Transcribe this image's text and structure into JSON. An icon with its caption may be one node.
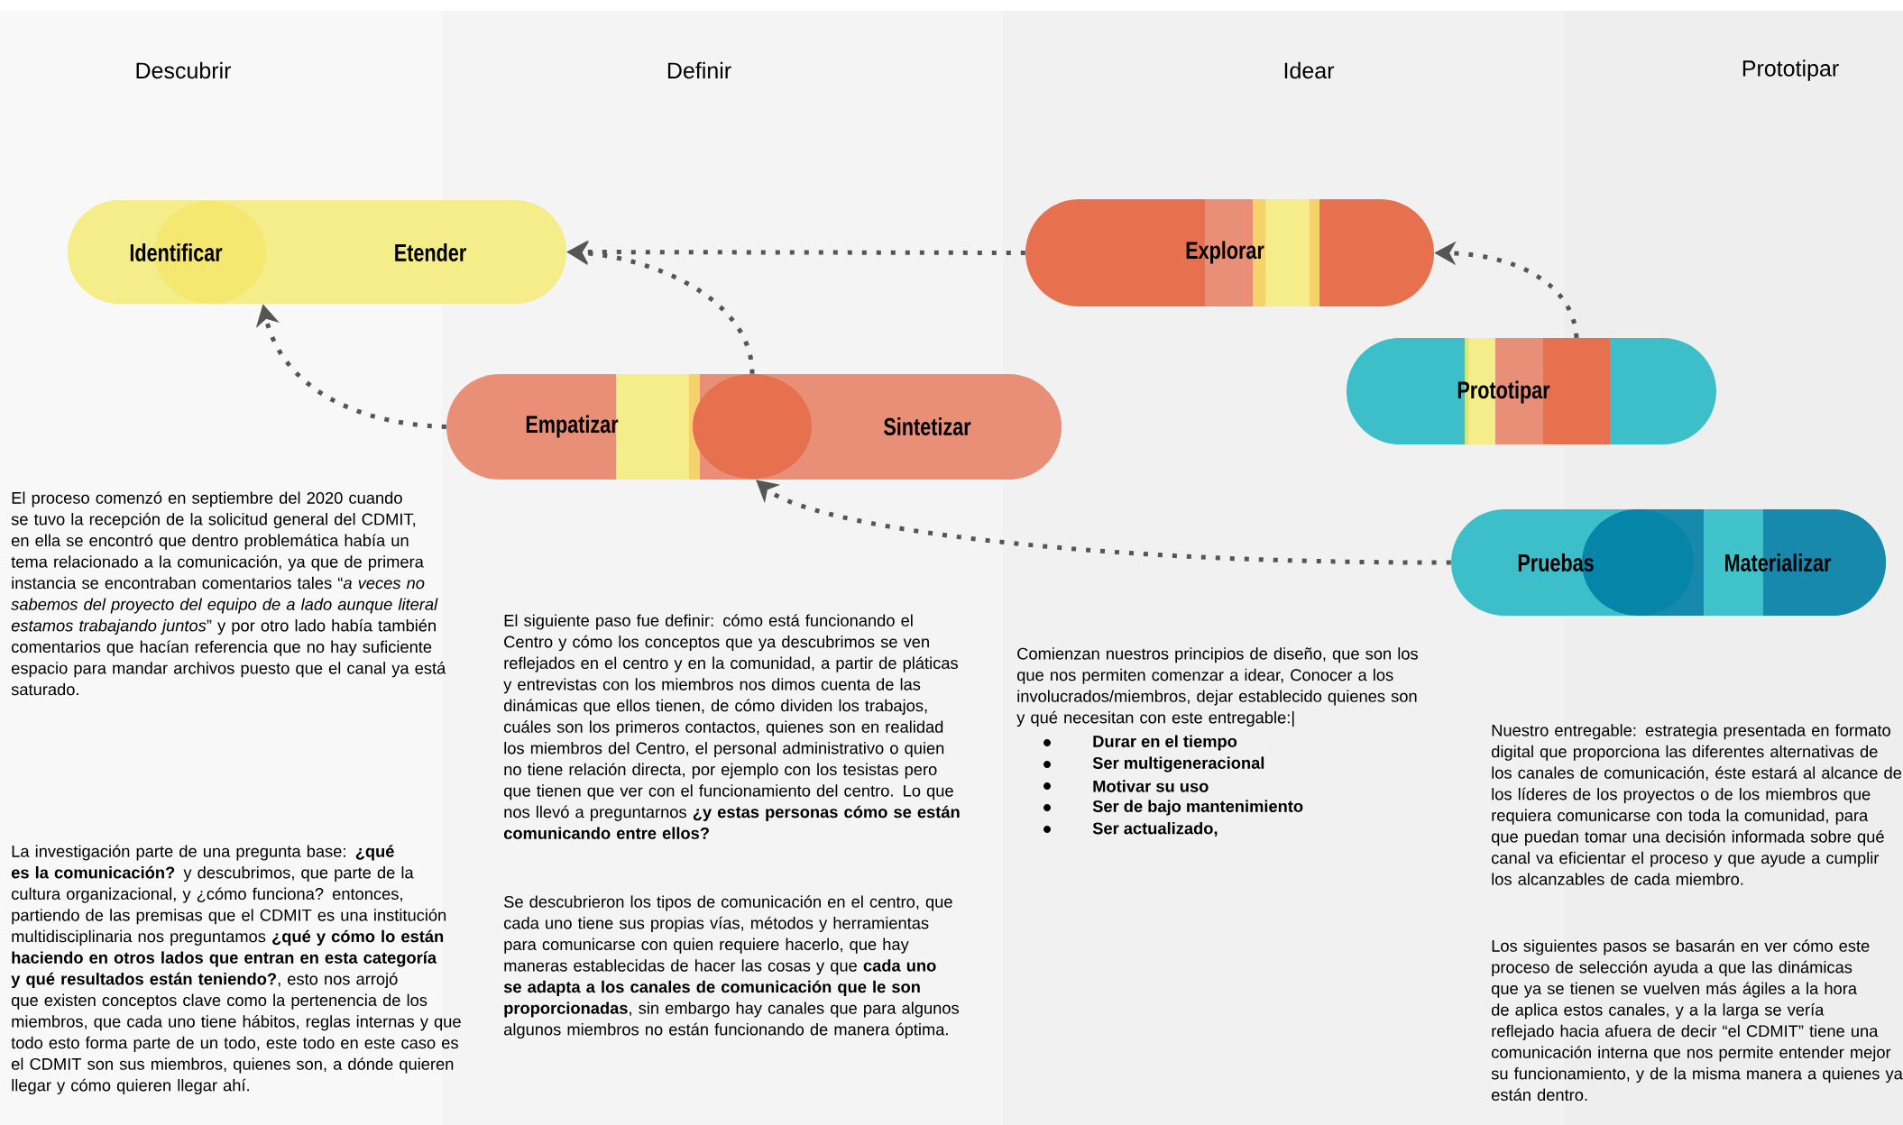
{
  "diagram": {
    "nodes": [
      {
        "text": [
          "Identificar",
          "Etender"
        ]
      },
      {
        "text": [
          "Empatizar",
          "Sintetizar"
        ]
      },
      {
        "text": [
          "Explorar"
        ]
      },
      {
        "text": [
          "Prototipar"
        ]
      },
      {
        "text": [
          "Pruebas",
          "Materializar"
        ]
      }
    ],
    "edges": [
      {
        "from": 1,
        "to": 0,
        "arrow": "to"
      },
      {
        "from": 1,
        "to": 0,
        "arrow": "to"
      },
      {
        "from": 2,
        "to": 0,
        "arrow": "to"
      },
      {
        "from": 3,
        "to": 2,
        "arrow": "to"
      },
      {
        "from": 4,
        "to": 1,
        "arrow": "to"
      }
    ],
    "labels": [
      "Descubrir",
      "Definir",
      "Idear",
      "Prototipar",
      "El proceso comenzó en septiembre del 2020 cuando se tuvo la recepción de la solicitud general del CDMIT, en ella se encontró que dentro problemática había un tema relacionado a la comunicación, ya que de primera instancia se encontraban comentarios tales “*a veces no sabemos del proyecto del equipo de a lado aunque literal estamos trabajando juntos*” y por otro lado había también comentarios que hacían referencia que no hay suficiente espacio para mandar archivos puesto que el canal ya está saturado.",
      "La investigación parte de una pregunta base: **¿qué es la comunicación?** y descubrimos, que parte de la cultura organizacional, y ¿cómo funciona? entonces, partiendo de las premisas que el CDMIT es una institución multidisciplinaria nos preguntamos **¿qué y cómo lo están haciendo en otros lados que entran en esta categoría y qué resultados están teniendo?**, esto nos arrojó que existen conceptos clave como la pertenencia de los miembros, que cada uno tiene hábitos, reglas internas y que todo esto forma parte de un todo, este todo en este caso es el CDMIT son sus miembros, quienes son, a dónde quieren llegar y cómo quieren llegar ahí.",
      "El siguiente paso fue definir: cómo está funcionando el Centro y cómo los conceptos que ya descubrimos se ven reflejados en el centro y en la comunidad, a partir de pláticas y entrevistas con los miembros nos dimos cuenta de las dinámicas que ellos tienen, de cómo dividen los trabajos, cuáles son los primeros contactos, quienes son en realidad los miembros del Centro, el personal administrativo o quien no tiene relación directa, por ejemplo con los tesistas pero que tienen que ver con el funcionamiento del centro. Lo que nos llevó a preguntarnos **¿y estas personas cómo se están comunicando entre ellos?**",
      "Se descubrieron los tipos de comunicación en el centro, que cada uno tiene sus propias vías, métodos y herramientas para comunicarse con quien requiere hacerlo, que hay maneras establecidas de hacer las cosas y que **cada uno se adapta a los canales de comunicación que le son proporcionadas**, sin embargo hay canales que para algunos algunos miembros no están funcionando de manera óptima.",
      "Comienzan nuestros principios de diseño, que son los que nos permiten comenzar a idear, Conocer a los involucrados/miembros, dejar establecido quienes son y qué necesitan con este entregable:|",
      "Durar en el tiempo",
      "Ser multigeneracional",
      "Motivar su uso",
      "Ser de bajo mantenimiento",
      "Ser actualizado,",
      "Nuestro entregable: estrategia presentada en formato digital que proporciona las diferentes alternativas de los canales de comunicación, éste estará al alcance de los líderes de los proyectos o de los miembros que requiera comunicarse con toda la comunidad, para que puedan tomar una decisión informada sobre qué canal va eficientar el proceso y que ayude a cumplir los alcanzables de cada miembro.",
      "Los siguientes pasos se basarán en ver cómo este proceso de selección ayuda a que las dinámicas que ya se tienen se vuelven más ágiles a la hora de aplica estos canales, y a la larga se vería reflejado hacia afuera de decir “el CDMIT” tiene una comunicación interna que nos permite entender mejor su funcionamiento, y de la misma manera a quienes ya están dentro."
    ]
  }
}
